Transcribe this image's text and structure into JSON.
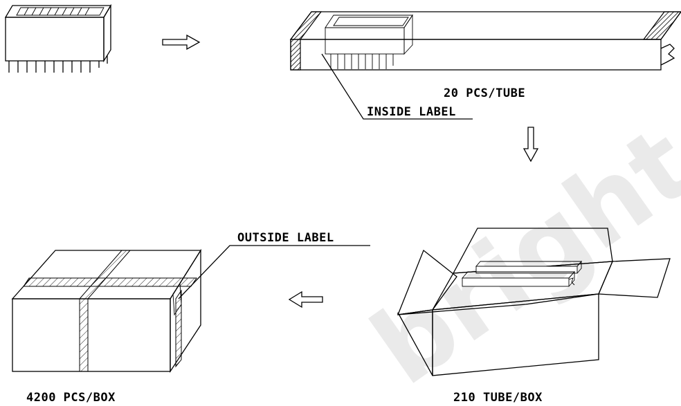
{
  "labels": {
    "tube_qty": "20 PCS/TUBE",
    "inside_label": "INSIDE LABEL",
    "outside_label": "OUTSIDE LABEL",
    "box_qty": "4200 PCS/BOX",
    "tube_box_qty": "210 TUBE/BOX"
  },
  "watermark": "bright"
}
